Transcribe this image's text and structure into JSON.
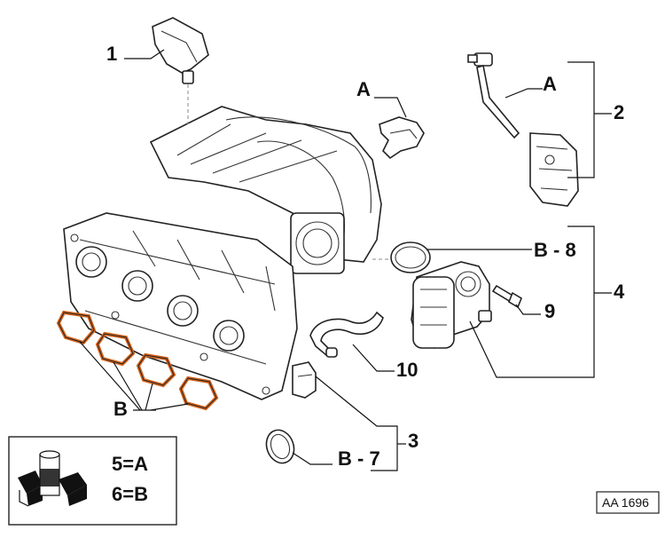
{
  "callouts": {
    "c1": "1",
    "c2": "2",
    "c3": "3",
    "c4": "4",
    "c9": "9",
    "c10": "10",
    "a_clip": "A",
    "a_hose": "A",
    "b_gaskets": "B",
    "b8": "B - 8",
    "b7": "B - 7"
  },
  "legend": {
    "line1": "5=A",
    "line2": "6=B"
  },
  "reference": "AA 1696",
  "colors": {
    "gasket": "#d4641e",
    "outline": "#222222"
  }
}
